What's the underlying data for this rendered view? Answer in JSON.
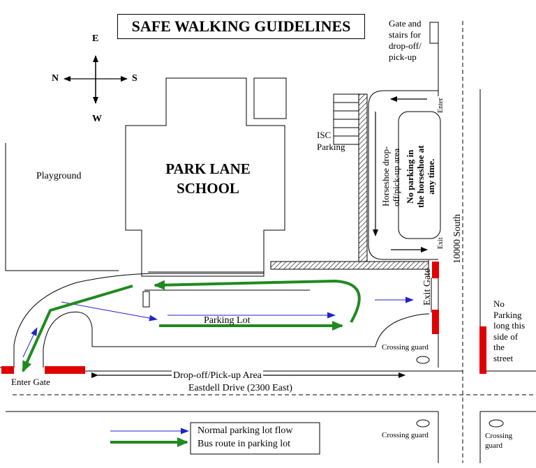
{
  "title": "SAFE WALKING GUIDELINES",
  "compass": {
    "north": "N",
    "south": "S",
    "east": "E",
    "west": "W"
  },
  "school": {
    "line1": "PARK LANE",
    "line2": "SCHOOL"
  },
  "labels": {
    "playground": "Playground",
    "isc_parking_1": "ISC",
    "isc_parking_2": "Parking",
    "gate_stairs": [
      "Gate and",
      "stairs for",
      "drop-off/",
      "pick-up"
    ],
    "enter_small": "Enter",
    "exit_small": "Exit",
    "horseshoe_area": [
      "Horseshoe drop-",
      "off/pick-up area"
    ],
    "no_parking_horseshoe": [
      "No parking in",
      "the horseshoe at",
      "any time."
    ],
    "street_10000": "10000 South",
    "exit_gate": "Exit Gate",
    "parking_lot": "Parking Lot",
    "enter_gate": "Enter Gate",
    "dropoff_area": "Drop-off/Pick-up Area",
    "eastdell": "Eastdell Drive (2300 East)",
    "crossing_guard": "Crossing guard",
    "crossing_guard_right": [
      "Crossing",
      "guard"
    ],
    "no_parking_street": [
      "No",
      "Parking",
      "long this",
      "side of",
      "the",
      "street"
    ]
  },
  "legend": {
    "normal_flow": "Normal parking lot flow",
    "bus_route": "Bus route in parking lot"
  },
  "colors": {
    "bus_route": "#1f8a1f",
    "normal_flow": "#2222cc",
    "no_parking": "#e00000",
    "line": "#000000"
  }
}
